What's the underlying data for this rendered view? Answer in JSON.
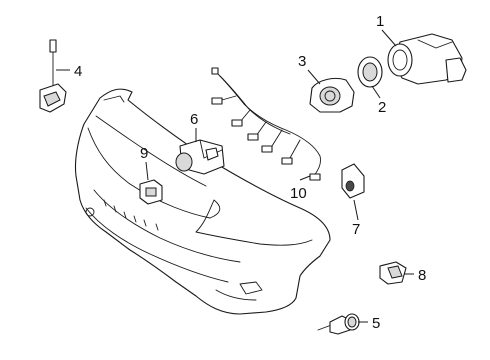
{
  "diagram": {
    "callouts": [
      {
        "id": "1",
        "label": "1"
      },
      {
        "id": "2",
        "label": "2"
      },
      {
        "id": "3",
        "label": "3"
      },
      {
        "id": "4",
        "label": "4"
      },
      {
        "id": "5",
        "label": "5"
      },
      {
        "id": "6",
        "label": "6"
      },
      {
        "id": "7",
        "label": "7"
      },
      {
        "id": "8",
        "label": "8"
      },
      {
        "id": "9",
        "label": "9"
      },
      {
        "id": "10",
        "label": "10"
      }
    ],
    "colors": {
      "line": "#1a1a1a",
      "background": "#ffffff",
      "shade": "#d9d9d9"
    }
  }
}
